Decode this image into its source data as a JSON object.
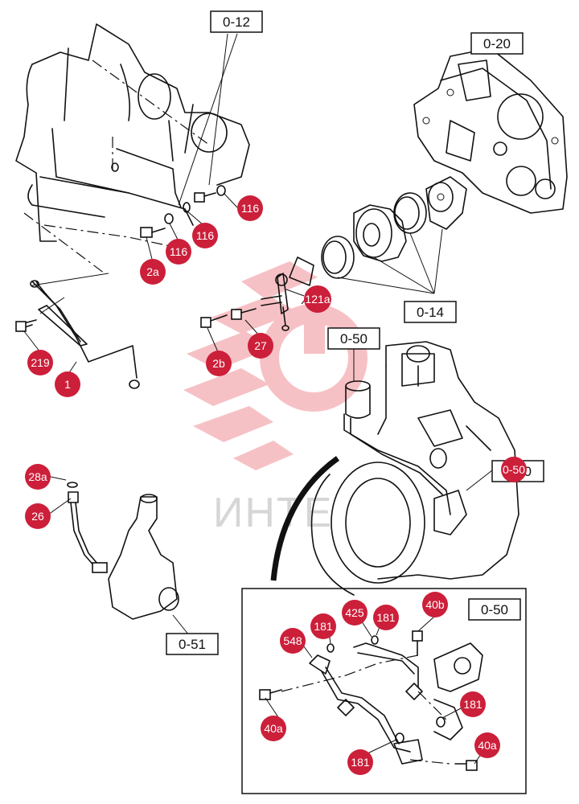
{
  "watermark": {
    "text": "ИНТЕ",
    "color": "#e8505b"
  },
  "colors": {
    "callout": "#cc1f3a",
    "line": "#111111",
    "background": "#ffffff"
  },
  "references": {
    "r012": "0-12",
    "r020": "0-20",
    "r014": "0-14",
    "r050a": "0-50",
    "r050b": "0-50",
    "r050c": "0-50",
    "r051": "0-51"
  },
  "callouts": {
    "c116a": "116",
    "c116b": "116",
    "c116c": "116",
    "c2a": "2a",
    "c121a": "121a",
    "c27": "27",
    "c2b": "2b",
    "c219": "219",
    "c1": "1",
    "c28a": "28a",
    "c26": "26",
    "c050": "0-50",
    "c181a": "181",
    "c425": "425",
    "c181b": "181",
    "c40b": "40b",
    "c548": "548",
    "c40a1": "40a",
    "c181c": "181",
    "c181d": "181",
    "c40a2": "40a"
  }
}
